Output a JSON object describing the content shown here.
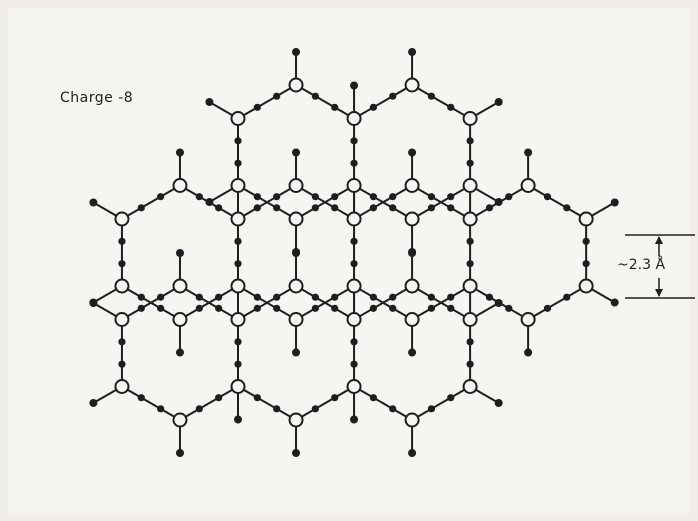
{
  "charge_label": "Charge -8",
  "spacing_label": "~2.3 Å",
  "colors": {
    "background": "#f1eeea",
    "ink": "#1e1e1e",
    "open_atom_fill": "#f7f5f2"
  },
  "atom_types": {
    "open": "open-circle-atom",
    "filled": "filled-dot-atom"
  }
}
